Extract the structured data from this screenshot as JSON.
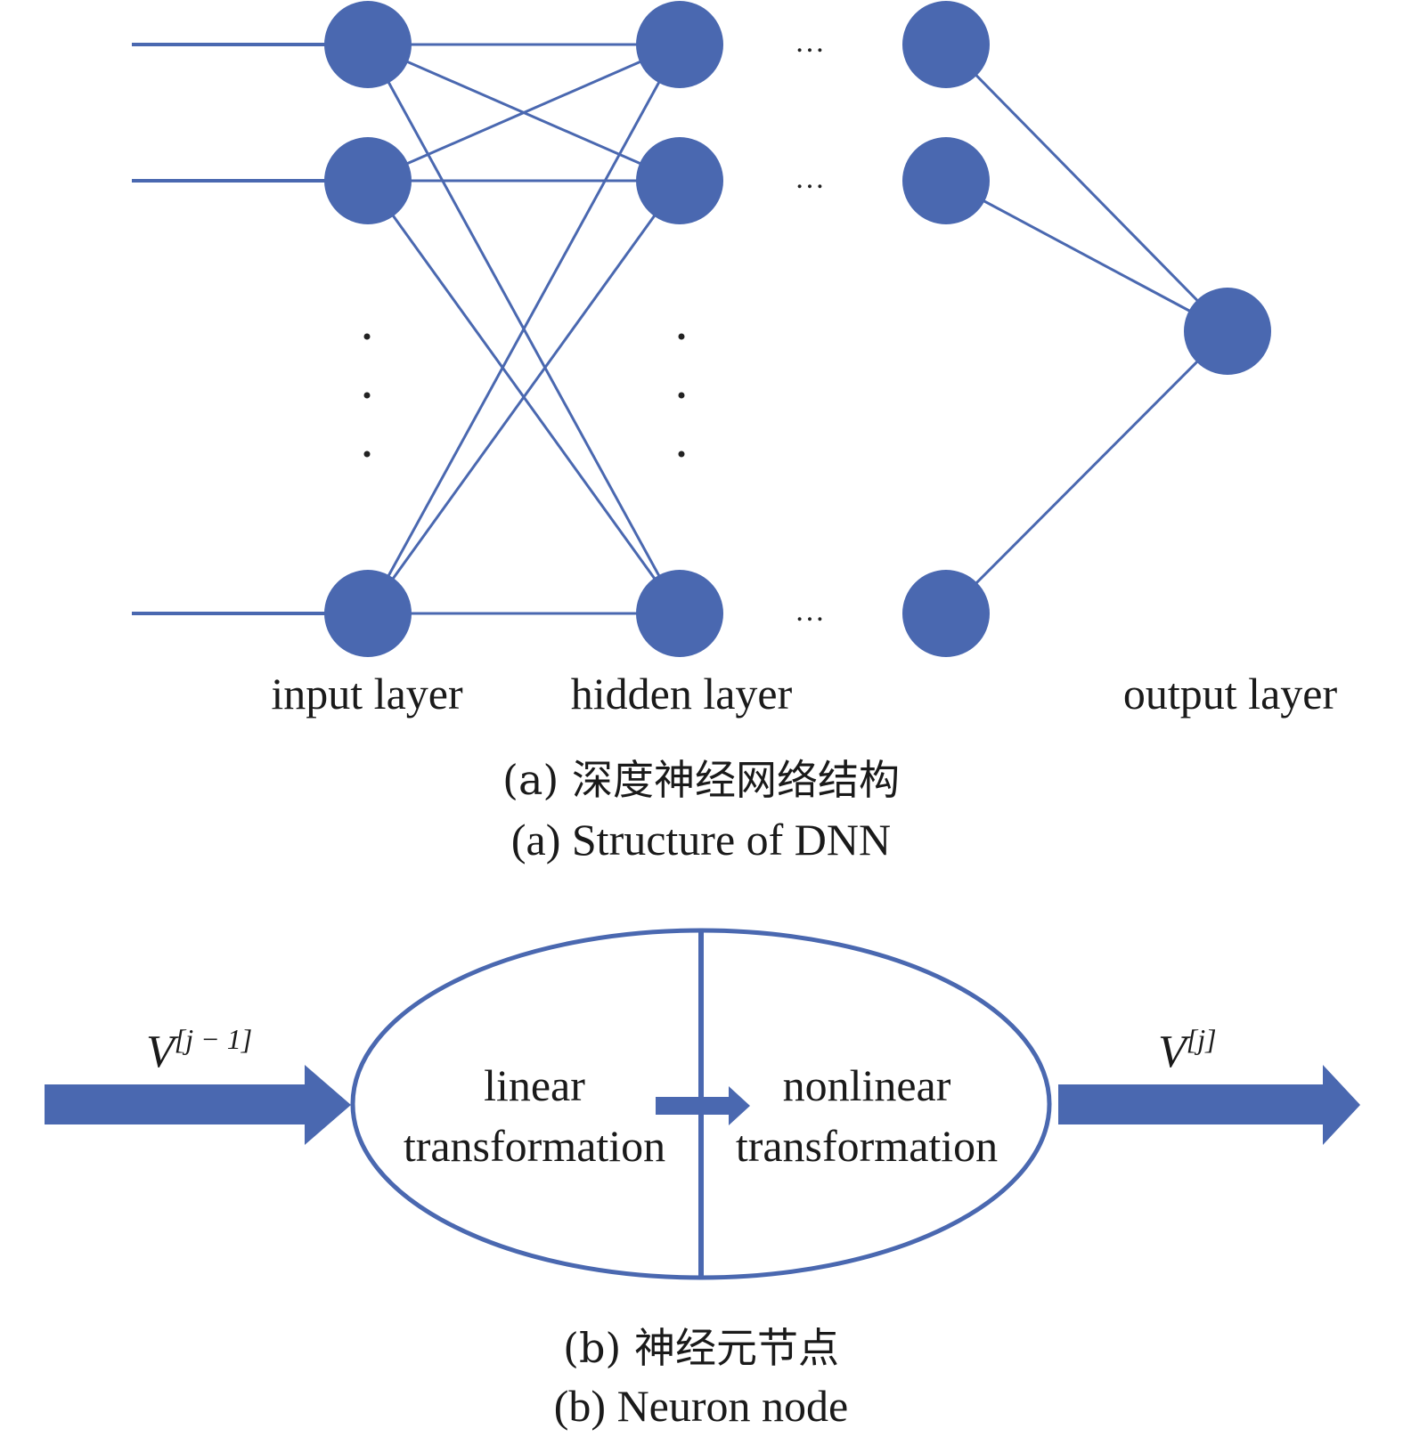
{
  "colors": {
    "node": "#4a68b0",
    "edge": "#4a68b0",
    "text": "#1a1a1a"
  },
  "dnn": {
    "labels": {
      "input": "input layer",
      "hidden": "hidden layer",
      "output": "output layer"
    },
    "ellipsis_horizontal": "…",
    "caption_cn": "(a) 深度神经网络结构",
    "caption_en": "(a) Structure of DNN"
  },
  "neuron": {
    "input_symbol": "V",
    "input_superscript": "[j − 1]",
    "output_symbol": "V",
    "output_superscript": "[j]",
    "linear_line1": "linear",
    "linear_line2": "transformation",
    "nonlinear_line1": "nonlinear",
    "nonlinear_line2": "transformation",
    "caption_cn": "(b) 神经元节点",
    "caption_en": "(b) Neuron node"
  }
}
